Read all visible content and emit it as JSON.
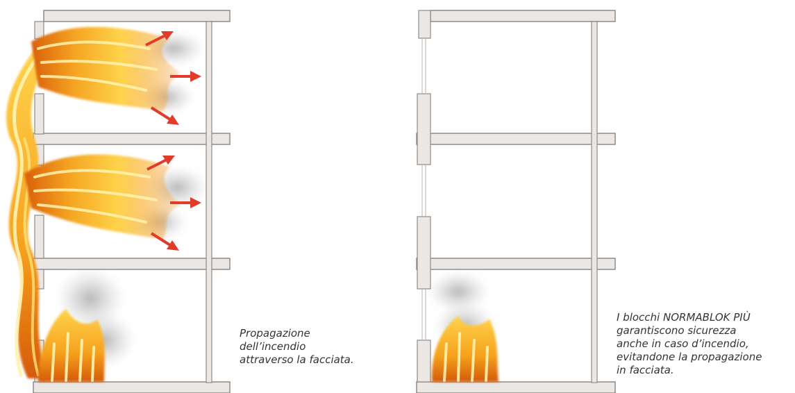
{
  "captions": {
    "left": [
      "Propagazione",
      "dell’incendio",
      "attraverso la facciata."
    ],
    "right": [
      "I blocchi NORMABLOK PIÙ",
      "garantiscono sicurezza",
      "anche in caso d’incendio,",
      "evitandone la propagazione",
      "in facciata."
    ]
  },
  "colors": {
    "wall_fill": "#ebe7e4",
    "wall_stroke": "#8f8a86",
    "arrow": "#e23b2a",
    "flame_outer": "#e8780e",
    "flame_mid": "#f5a623",
    "flame_core": "#fff2a8",
    "smoke": "#b9b9b9"
  }
}
